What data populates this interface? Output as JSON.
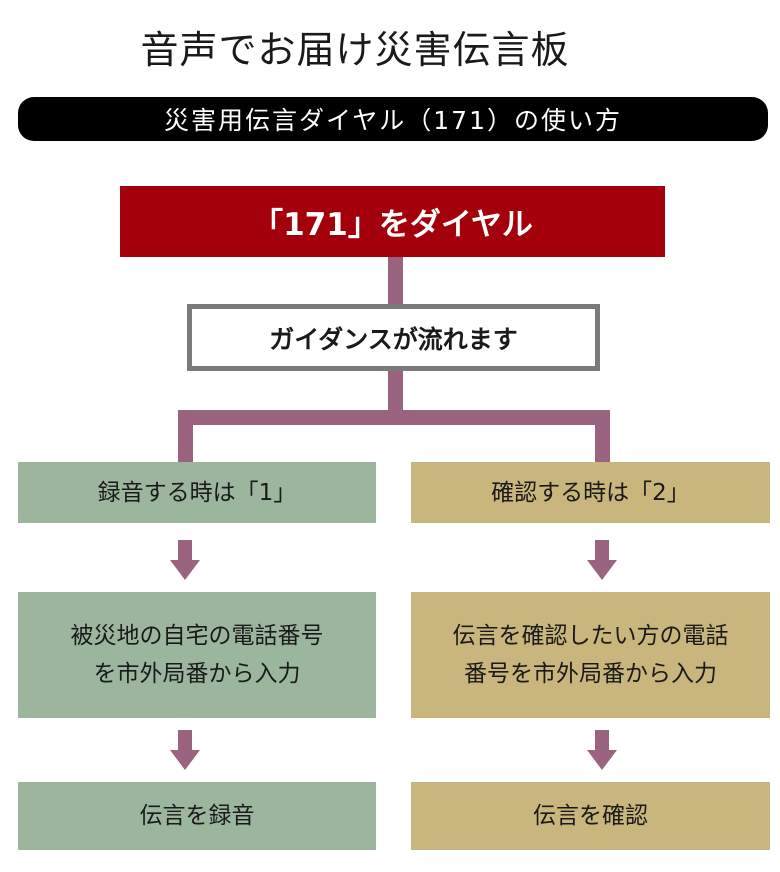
{
  "title": "音声でお届け災害伝言板",
  "banner": "災害用伝言ダイヤル（171）の使い方",
  "step_dial": "「171」をダイヤル",
  "step_guidance": "ガイダンスが流れます",
  "left": {
    "choose": "録音する時は「1」",
    "input_line1": "被災地の自宅の電話番号",
    "input_line2": "を市外局番から入力",
    "result": "伝言を録音"
  },
  "right": {
    "choose": "確認する時は「2」",
    "input_line1": "伝言を確認したい方の電話",
    "input_line2": "番号を市外局番から入力",
    "result": "伝言を確認"
  },
  "colors": {
    "red": "#a3000c",
    "connector": "#9a6480",
    "green": "#9bb69c",
    "tan": "#c8b67c"
  }
}
